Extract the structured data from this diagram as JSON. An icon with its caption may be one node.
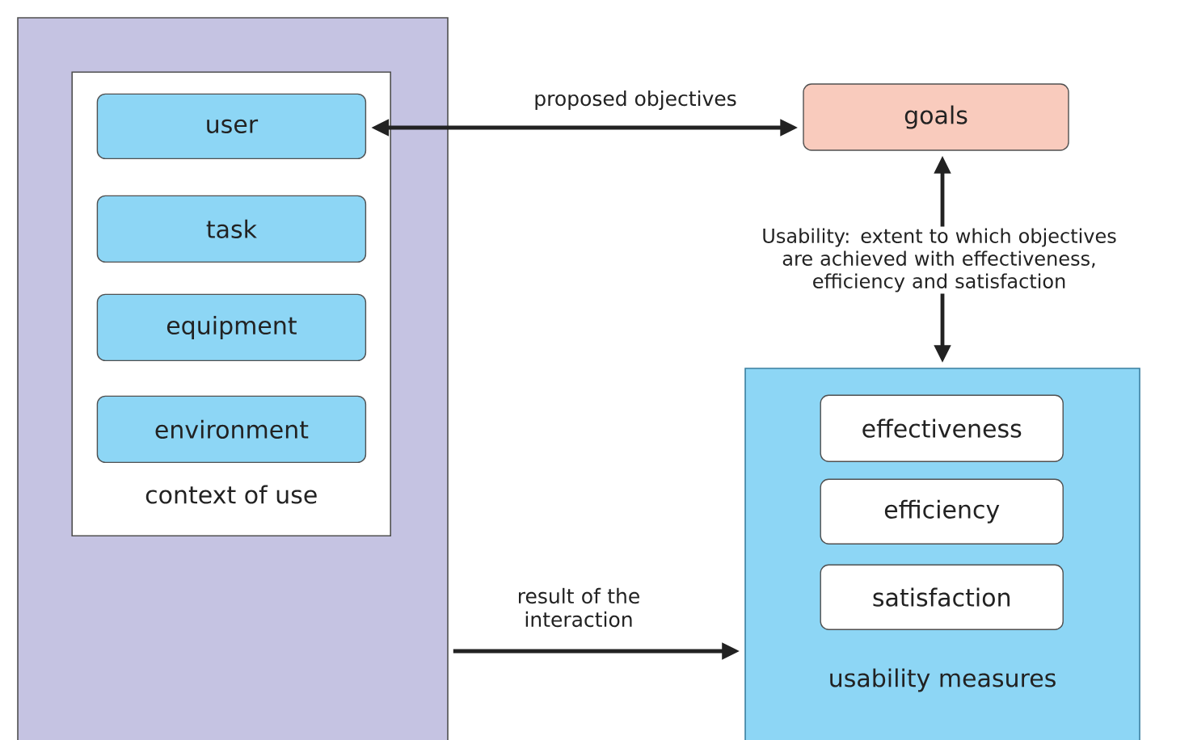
{
  "diagram": {
    "nodes": [
      {
        "text": [],
        "shape": "box"
      },
      {
        "text": [
          "context of use"
        ],
        "in": 0
      },
      {
        "text": [
          "user"
        ],
        "in": 1
      },
      {
        "text": [
          "task"
        ],
        "in": 1
      },
      {
        "text": [
          "equipment"
        ],
        "in": 1
      },
      {
        "text": [
          "environment"
        ],
        "in": 1
      },
      {
        "text": [
          "goals"
        ]
      },
      {
        "text": [
          "usability measures"
        ]
      },
      {
        "text": [
          "effectiveness"
        ],
        "in": 7
      },
      {
        "text": [
          "efficiency"
        ],
        "in": 7
      },
      {
        "text": [
          "satisfaction"
        ],
        "in": 7
      }
    ],
    "edges": [
      {
        "from": 2,
        "to": 6,
        "arrow": "both",
        "label": "proposed objectives"
      },
      {
        "from": 6,
        "to": 7,
        "arrow": "both",
        "label": "Usability: extent to which objectives are achieved with effectiveness, efficiency and satisfaction"
      },
      {
        "from": 0,
        "to": 7,
        "arrow": "to",
        "label": "result of the interaction"
      }
    ]
  }
}
